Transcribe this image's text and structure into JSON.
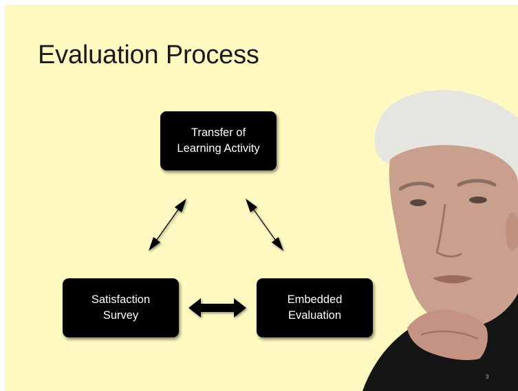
{
  "slide": {
    "title": "Evaluation Process",
    "page_number": "3"
  },
  "diagram": {
    "nodes": [
      {
        "id": "transfer",
        "label": "Transfer of\nLearning Activity"
      },
      {
        "id": "satisfaction",
        "label": "Satisfaction\nSurvey"
      },
      {
        "id": "embedded",
        "label": "Embedded\nEvaluation"
      }
    ],
    "edges": [
      {
        "from": "transfer",
        "to": "satisfaction",
        "direction": "both"
      },
      {
        "from": "transfer",
        "to": "embedded",
        "direction": "both"
      },
      {
        "from": "satisfaction",
        "to": "embedded",
        "direction": "both"
      }
    ]
  },
  "colors": {
    "background": "#fdf9c1",
    "node_fill": "#000000",
    "node_text": "#ffffff",
    "arrow": "#000000"
  },
  "image": {
    "subject": "photo of an older man with white hair, hand resting on chin"
  }
}
